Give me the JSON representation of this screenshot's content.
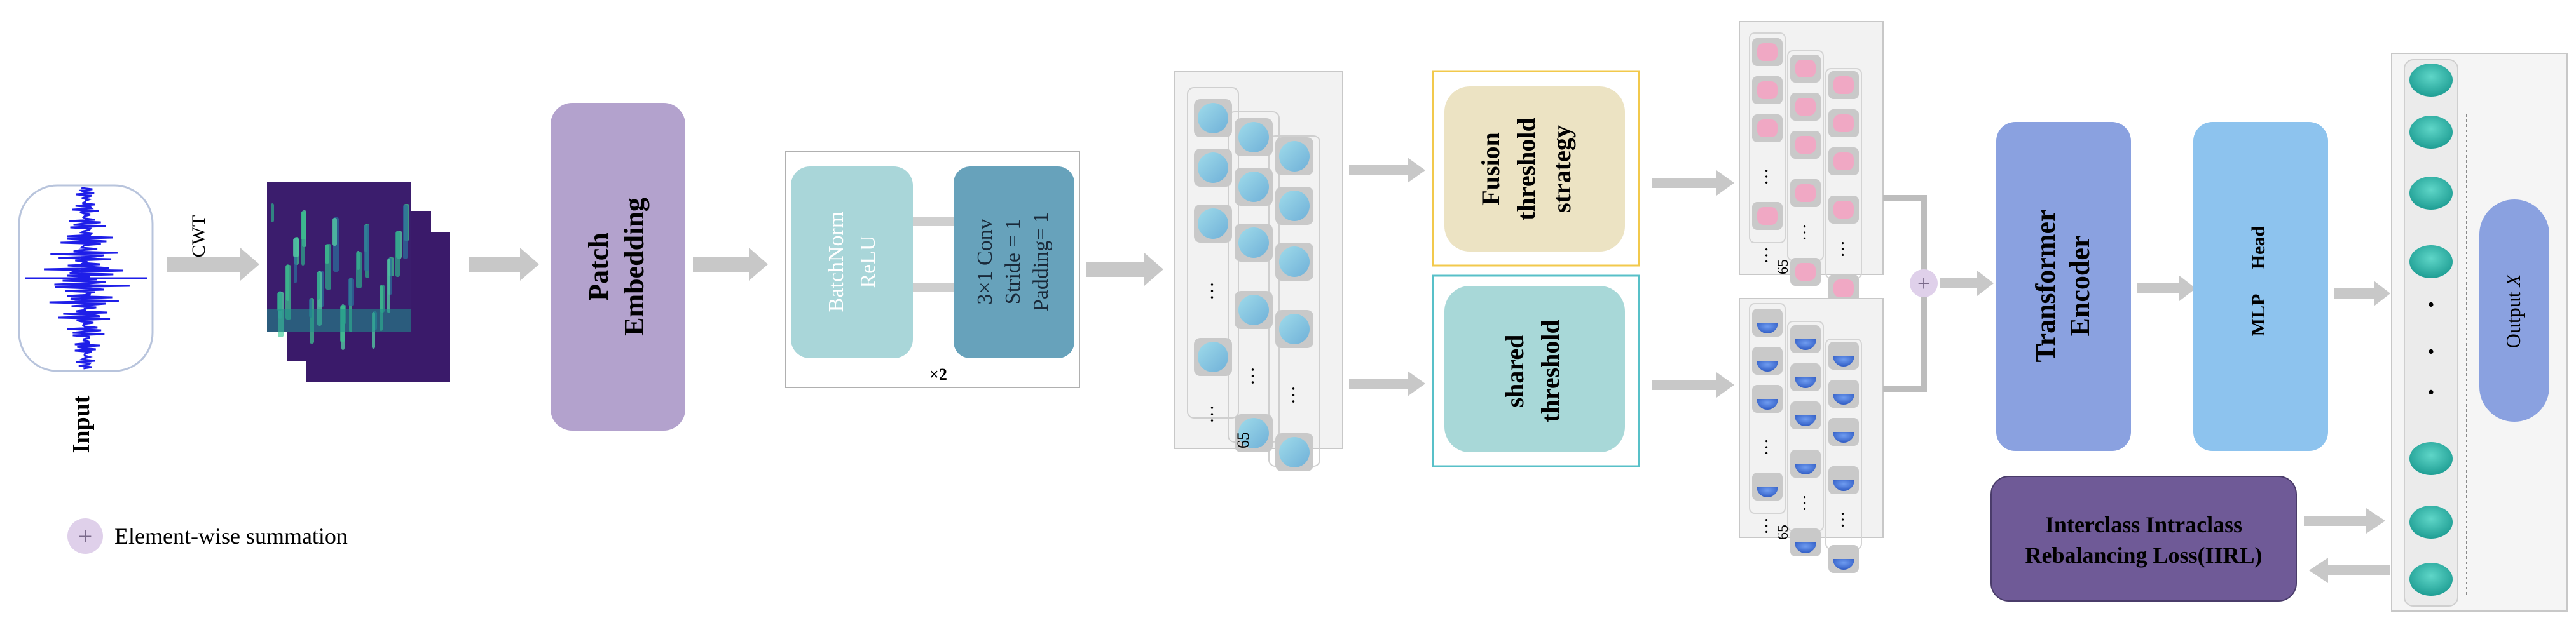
{
  "input": {
    "label": "Input"
  },
  "cwt": {
    "label": "CWT"
  },
  "patch_embedding": {
    "line1": "Patch",
    "line2": "Embedding"
  },
  "conv_block": {
    "bn_line1": "BatchNorm",
    "bn_line2": "ReLU",
    "conv_line1": "3×1   Conv",
    "conv_line2": "Stride = 1",
    "conv_line3": "Padding= 1",
    "repeat": "×2"
  },
  "feature_grid": {
    "dots": "…",
    "count": "65"
  },
  "fusion": {
    "line1": "Fusion",
    "line2": "threshold",
    "line3": "strategy"
  },
  "shared": {
    "line1": "shared",
    "line2": "threshold"
  },
  "pink_grid": {
    "dots": "…",
    "count": "65"
  },
  "blue_grid": {
    "dots": "…",
    "count": "65"
  },
  "sum": {
    "symbol": "+"
  },
  "transformer": {
    "line1": "Transformer",
    "line2": "Encoder"
  },
  "mlp": {
    "line1": "MLP",
    "line2": "Head"
  },
  "output": {
    "label": "Output ",
    "var": "X",
    "dots": "·"
  },
  "loss": {
    "line1": "Interclass Intraclass",
    "line2": "Rebalancing Loss(IIRL)"
  },
  "legend": {
    "symbol": "+",
    "label": "Element-wise summation"
  },
  "colors": {
    "arrow": "#bdbdbd",
    "patch": "#b3a2cd",
    "batchnorm": "#a9d6d9",
    "conv": "#67a2bb",
    "fusion_fill": "#ece3c3",
    "fusion_border": "#f2c94c",
    "shared_fill": "#a8d8d8",
    "shared_border": "#58c0c8",
    "pink_cell": "#f0a8c4",
    "blue_cell": "#3d6fd1",
    "transformer": "#8aa1e0",
    "mlp": "#8dc3ee",
    "loss": "#6f5a97",
    "output_cell": "#27b0a6",
    "output_pill": "#8aa1e0",
    "sum_fill": "#dfd0ea"
  }
}
